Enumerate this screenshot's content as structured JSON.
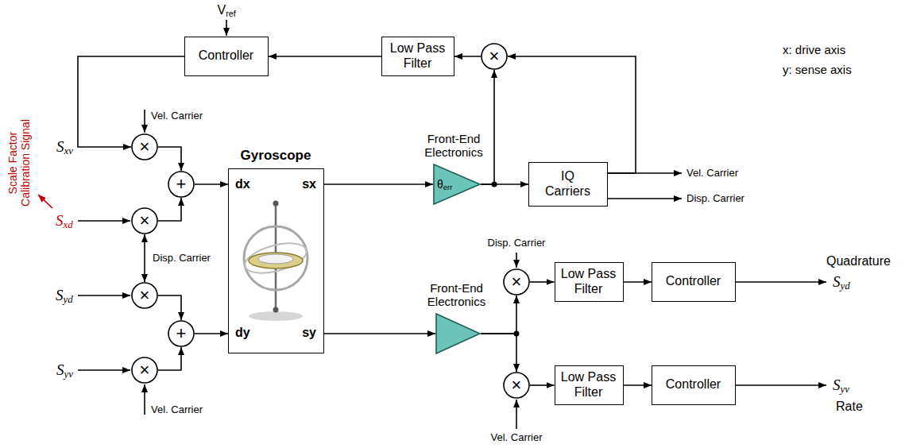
{
  "diagram": {
    "nodes": [
      {
        "text": [
          "Controller"
        ]
      },
      {
        "text": [
          "Low Pass Filter"
        ]
      },
      {
        "text": [
          "×"
        ]
      },
      {
        "text": [
          "×"
        ]
      },
      {
        "text": [
          "+"
        ]
      },
      {
        "text": [
          "Gyroscope",
          "dx",
          "sx",
          "dy",
          "sy"
        ]
      },
      {
        "text": [
          "Front-End Electronics",
          "θerr"
        ]
      },
      {
        "text": [
          "IQ Carriers"
        ]
      },
      {
        "text": [
          "×"
        ]
      },
      {
        "text": [
          "×"
        ]
      },
      {
        "text": [
          "+"
        ]
      },
      {
        "text": [
          "×"
        ]
      },
      {
        "text": [
          "Front-End Electronics"
        ]
      },
      {
        "text": [
          "×"
        ]
      },
      {
        "text": [
          "Low Pass Filter"
        ]
      },
      {
        "text": [
          "Controller"
        ]
      },
      {
        "text": [
          "×"
        ]
      },
      {
        "text": [
          "Low Pass Filter"
        ]
      },
      {
        "text": [
          "Controller"
        ]
      }
    ],
    "edges": [
      {
        "from": 2,
        "to": 1,
        "arrow": "to"
      },
      {
        "from": 1,
        "to": 0,
        "arrow": "to"
      },
      {
        "from": 0,
        "to": 3,
        "arrow": "to"
      },
      {
        "from": 3,
        "to": 4,
        "arrow": "to"
      },
      {
        "from": 8,
        "to": 4,
        "arrow": "to"
      },
      {
        "from": 4,
        "to": 5,
        "arrow": "to"
      },
      {
        "from": 9,
        "to": 10,
        "arrow": "to"
      },
      {
        "from": 11,
        "to": 10,
        "arrow": "to"
      },
      {
        "from": 10,
        "to": 5,
        "arrow": "to"
      },
      {
        "from": 5,
        "to": 6,
        "arrow": "to"
      },
      {
        "from": 6,
        "to": 7,
        "arrow": "to"
      },
      {
        "from": 6,
        "to": 2,
        "arrow": "to"
      },
      {
        "from": 7,
        "to": 2,
        "arrow": "to"
      },
      {
        "from": 8,
        "to": 9,
        "label": "Disp. Carrier",
        "arrow": "both"
      },
      {
        "from": 5,
        "to": 12,
        "arrow": "to"
      },
      {
        "from": 12,
        "to": 13,
        "arrow": "to"
      },
      {
        "from": 12,
        "to": 16,
        "arrow": "to"
      },
      {
        "from": 13,
        "to": 14,
        "arrow": "to"
      },
      {
        "from": 14,
        "to": 15,
        "arrow": "to"
      },
      {
        "from": 16,
        "to": 17,
        "arrow": "to"
      },
      {
        "from": 17,
        "to": 18,
        "arrow": "to"
      }
    ],
    "labels": [
      "Vref",
      "x: drive axis",
      "y: sense axis",
      "Vel. Carrier",
      "Sxv",
      "Scale Factor Calibration Signal",
      "Sxd",
      "Syd",
      "Syv",
      "Vel. Carrier",
      "Vel. Carrier",
      "Disp. Carrier",
      "Disp. Carrier",
      "Vel. Carrier",
      "Quadrature",
      "Syd",
      "Syv",
      "Rate"
    ]
  }
}
